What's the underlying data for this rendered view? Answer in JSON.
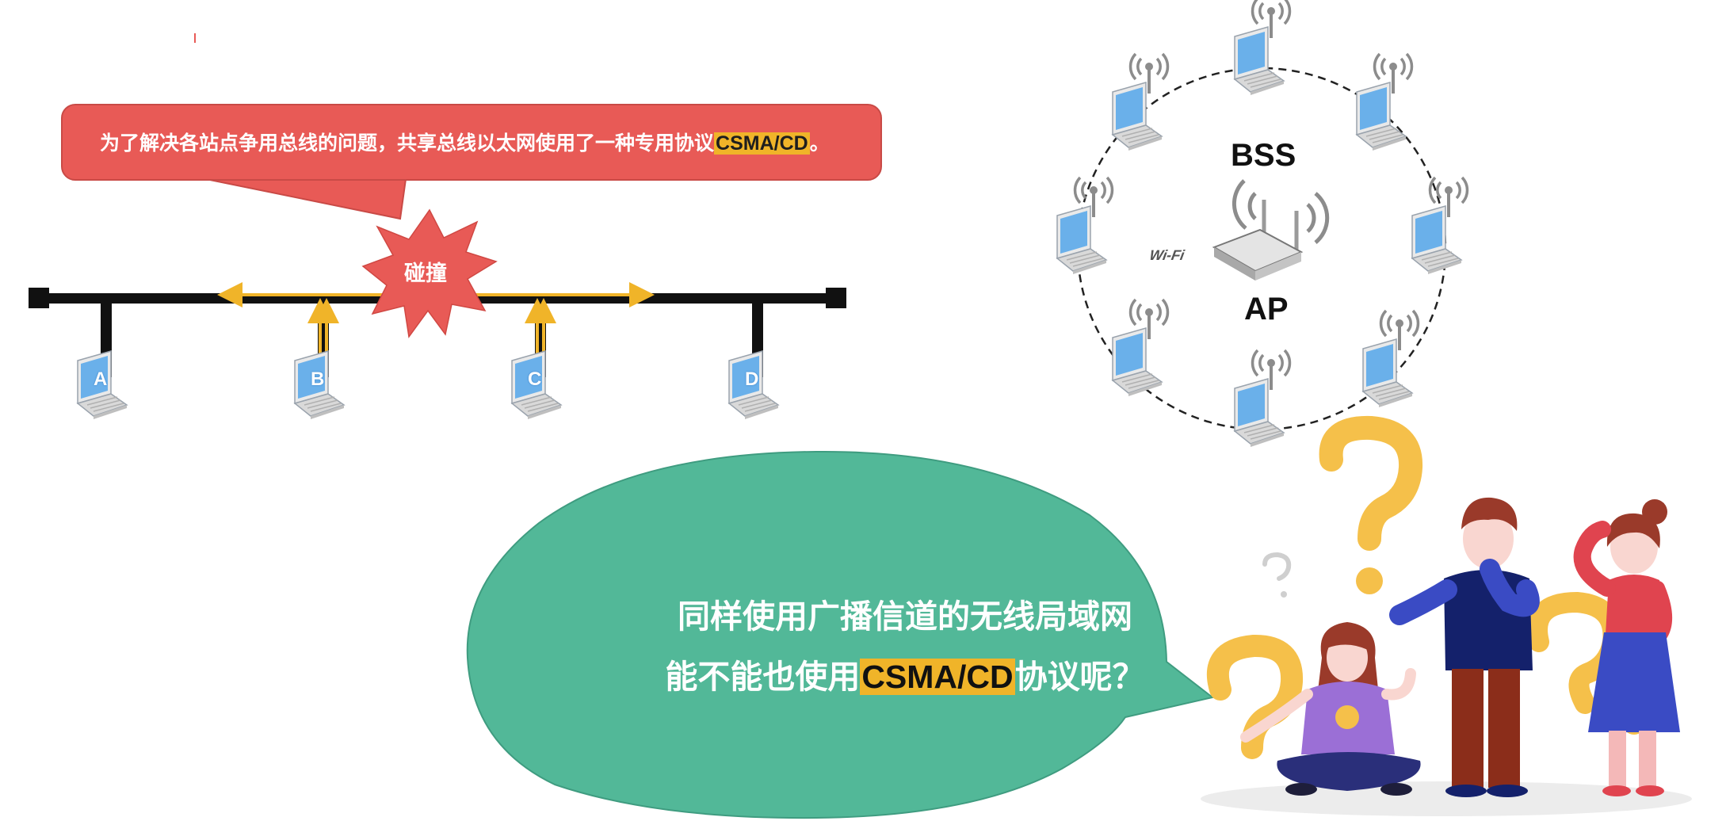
{
  "callout_top": {
    "text_before": "为了解决各站点争用总线的问题，共享总线以太网使用了一种专用协议",
    "highlight": "CSMA/CD",
    "text_after": "。"
  },
  "bus": {
    "collision_label": "碰撞",
    "stations": [
      "A",
      "B",
      "C",
      "D"
    ]
  },
  "wireless": {
    "bss_label": "BSS",
    "ap_label": "AP",
    "laptop_count": 8
  },
  "question_bubble": {
    "line1": "同样使用广播信道的无线局域网",
    "line2_before": "能不能也使用",
    "line2_highlight": "CSMA/CD",
    "line2_after": "协议呢？"
  },
  "colors": {
    "callout_red": "#e85a56",
    "bubble_green": "#52b898",
    "highlight_yellow": "#f0b429",
    "arrow_orange": "#f0b429",
    "question_mark": "#f5c04a",
    "laptop_screen": "#6ab0ea"
  }
}
